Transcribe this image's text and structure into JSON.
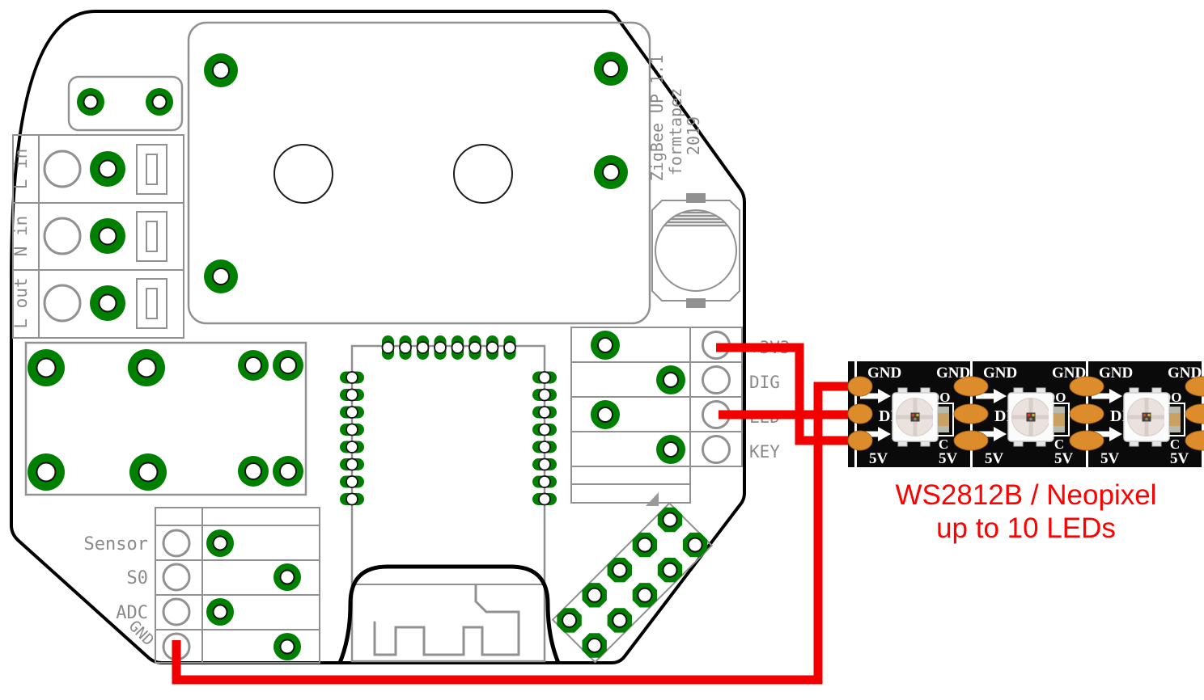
{
  "diagram": {
    "type": "pcb-to-led-strip-wiring",
    "board": {
      "silkscreen_title": [
        "ZigBee UP 1.1",
        "formtapez",
        "2019"
      ],
      "mains_terminals": [
        "L in",
        "N in",
        "L out"
      ],
      "sensor_pins": [
        "Sensor",
        "S0",
        "ADC",
        "GND"
      ],
      "signal_pins": [
        "+3V3",
        "DIG",
        "LED",
        "KEY"
      ]
    },
    "led_strip": {
      "segment_count_visible": 3,
      "pad_labels": {
        "gnd": "GND",
        "power": "5V",
        "data_in": "DI",
        "data_out": "DO",
        "capacitor": "C"
      }
    },
    "caption": {
      "line1": "WS2812B / Neopixel",
      "line2": "up to 10 LEDs"
    },
    "connections": [
      {
        "from_board_pin": "+3V3",
        "to_strip_pad": "5V"
      },
      {
        "from_board_pin": "LED",
        "to_strip_pad": "DI"
      },
      {
        "from_board_pin": "GND",
        "to_strip_pad": "GND"
      }
    ],
    "colors": {
      "wire": "#f20000",
      "pad_green": "#008000",
      "silkscreen": "#8a8a8a",
      "strip_pad": "#dd8c2b",
      "caption_text": "#ff0000"
    }
  }
}
